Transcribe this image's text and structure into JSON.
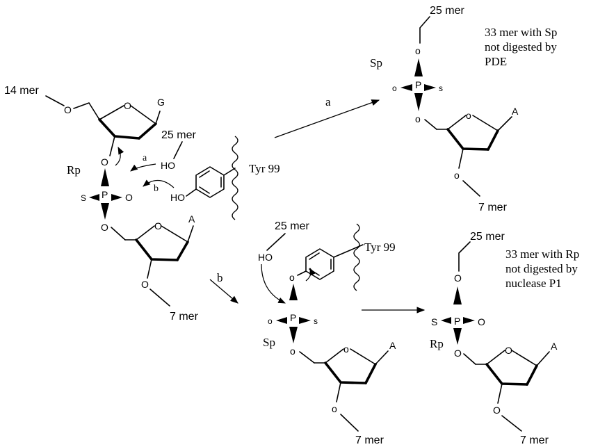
{
  "reactant": {
    "chain_5p": "14 mer",
    "base_top": "G",
    "base_bottom": "A",
    "chain_3p": "7 mer",
    "config": "Rp",
    "atom_O": "O",
    "atom_P": "P",
    "atom_S": "S",
    "ho_label": "HO",
    "nucleophile_chain": "25 mer",
    "tyr_label": "Tyr 99",
    "path_a": "a",
    "path_b": "b"
  },
  "product_a": {
    "chain_top": "25 mer",
    "config": "Sp",
    "base": "A",
    "chain_bottom": "7 mer",
    "note": [
      "33 mer with Sp",
      "not digested by",
      "PDE"
    ],
    "atom_O": "o",
    "atom_P": "P",
    "atom_S": "s"
  },
  "intermediate_b": {
    "chain_top": "25 mer",
    "ho_label": "HO",
    "tyr_label": "Tyr 99",
    "config": "Sp",
    "base": "A",
    "chain_bottom": "7 mer",
    "atom_O": "o",
    "atom_P": "P",
    "atom_S": "s"
  },
  "product_b": {
    "chain_top": "25 mer",
    "config": "Rp",
    "base": "A",
    "chain_bottom": "7 mer",
    "note": [
      "33 mer with Rp",
      "not digested by",
      "nuclease P1"
    ],
    "atom_S": "S",
    "atom_P": "P",
    "atom_O": "O"
  },
  "arrows": {
    "a_label": "a",
    "b_label": "b"
  }
}
